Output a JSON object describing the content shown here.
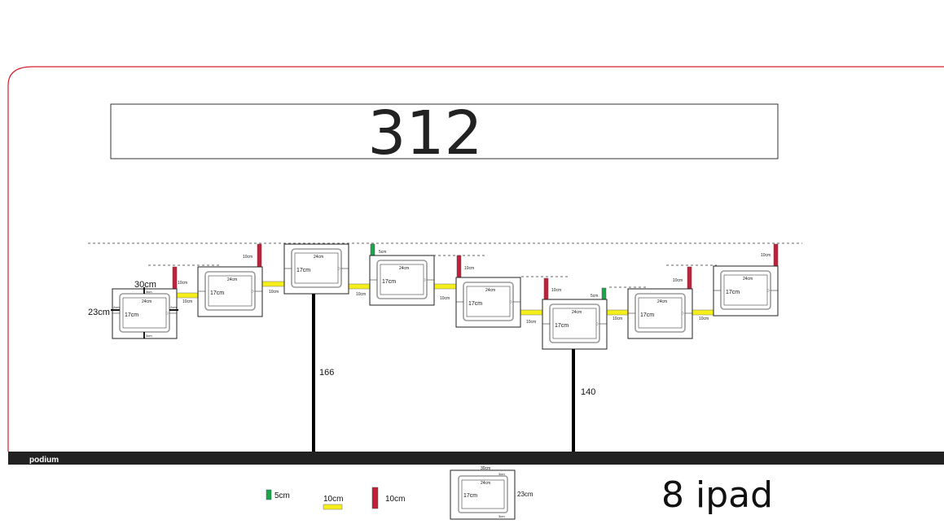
{
  "wall": {
    "number": "312",
    "podium_label": "podium",
    "footnote": "8 ipad"
  },
  "ipad": {
    "width_label": "24cm",
    "height_label": "17cm",
    "frame_width_label": "30cm",
    "frame_height_label": "23cm",
    "small_gap_label": "3cm",
    "side_gap_label": "2cm"
  },
  "spacers": {
    "short": "5cm",
    "medium": "10cm",
    "tall": "10cm"
  },
  "poles": {
    "left_height": "166",
    "right_height": "140"
  },
  "legend": {
    "green_label": "5cm",
    "yellow_label": "10cm",
    "red_label": "10cm",
    "sample_width": "30cm",
    "sample_height": "23cm",
    "sample_inner_width": "24cm",
    "sample_inner_height": "17cm",
    "sample_gap": "3cm"
  },
  "colors": {
    "wall_outline": "#d0202a",
    "podium_bar": "#222222",
    "spacer_green": "#1aa64a",
    "spacer_yellow": "#f5ee1a",
    "spacer_red": "#c0203a"
  }
}
